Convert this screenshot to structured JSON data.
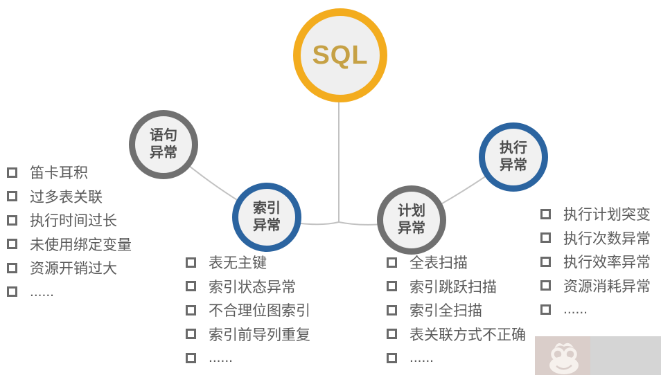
{
  "root_node": {
    "label": "SQL"
  },
  "nodes": {
    "statement": {
      "line1": "语句",
      "line2": "异常"
    },
    "index": {
      "line1": "索引",
      "line2": "异常"
    },
    "plan": {
      "line1": "计划",
      "line2": "异常"
    },
    "execution": {
      "line1": "执行",
      "line2": "异常"
    }
  },
  "lists": {
    "statement": [
      "笛卡耳积",
      "过多表关联",
      "执行时间过长",
      "未使用绑定变量",
      "资源开销过大",
      "......"
    ],
    "index": [
      "表无主键",
      "索引状态异常",
      "不合理位图索引",
      "索引前导列重复",
      "......"
    ],
    "plan": [
      "全表扫描",
      "索引跳跃扫描",
      "索引全扫描",
      "表关联方式不正确",
      "......"
    ],
    "execution": [
      "执行计划突变",
      "执行次数异常",
      "执行效率异常",
      "资源消耗异常",
      "......"
    ]
  },
  "colors": {
    "root_ring": "#F3AC1E",
    "root_text": "#C6A145",
    "blue_ring": "#2B64A0",
    "gray_ring": "#707070",
    "node_fill": "#F1F1F1",
    "node_text": "#4D4D4D",
    "connector": "#C2C2C2",
    "list_text": "#5A5A5A",
    "bullet": "#6A6A6A"
  },
  "watermark": {
    "icon": "monkey-logo"
  }
}
